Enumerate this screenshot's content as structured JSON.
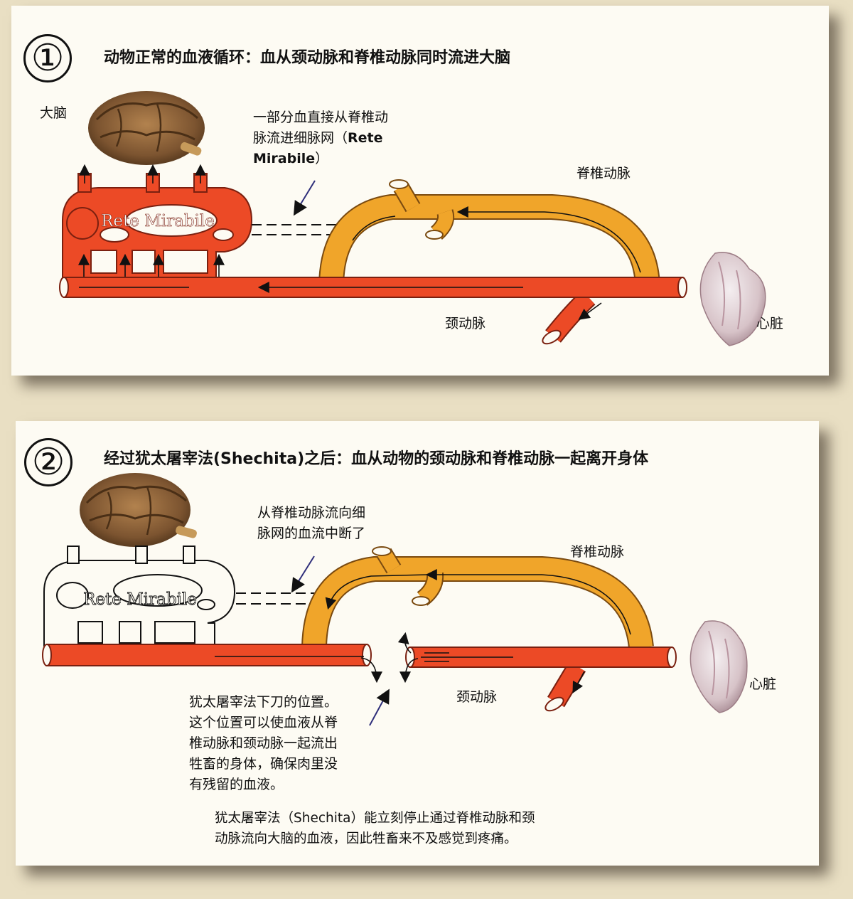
{
  "panel1": {
    "number": "①",
    "title": "动物正常的血液循环：血从颈动脉和脊椎动脉同时流进大脑",
    "brain_label": "大脑",
    "callout_line1": "一部分血直接从脊椎动",
    "callout_line2": "脉流进细脉网（",
    "callout_rete": "Rete",
    "callout_mirabile": "Mirabile",
    "callout_close": "）",
    "vertebral_label": "脊椎动脉",
    "carotid_label": "颈动脉",
    "heart_label": "心脏",
    "rete_label": "Rete Mirabile"
  },
  "panel2": {
    "number": "②",
    "title": "经过犹太屠宰法(Shechita)之后：血从动物的颈动脉和脊椎动脉一起离开身体",
    "callout_line1": "从脊椎动脉流向细",
    "callout_line2": "脉网的血流中断了",
    "vertebral_label": "脊椎动脉",
    "carotid_label": "颈动脉",
    "heart_label": "心脏",
    "rete_label": "Rete Mirabile",
    "cut_note": [
      "犹太屠宰法下刀的位置。",
      "这个位置可以使血液从脊",
      "椎动脉和颈动脉一起流出",
      "牲畜的身体，确保肉里没",
      "有残留的血液。"
    ],
    "summary": [
      "犹太屠宰法（Shechita）能立刻停止通过脊椎动脉和颈",
      "动脉流向大脑的血液，因此牲畜来不及感觉到疼痛。"
    ]
  },
  "colors": {
    "carotid": "#ec4a26",
    "vertebral": "#f0a52a",
    "background": "#e9dfc3",
    "panel": "#fdfbf3"
  }
}
